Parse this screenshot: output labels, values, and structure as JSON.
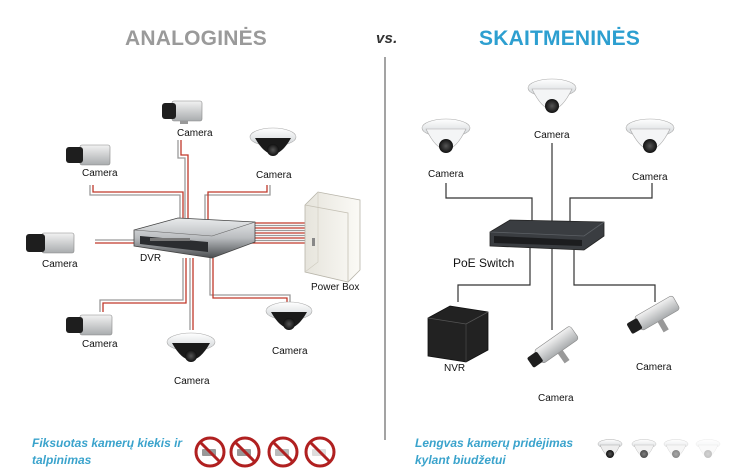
{
  "titles": {
    "left": "ANALOGINĖS",
    "vs": "vs.",
    "right": "SKAITMENINĖS"
  },
  "analog": {
    "camera_label": "Camera",
    "dvr_label": "DVR",
    "powerbox_label": "Power Box",
    "note_line1": "Fiksuotas kamerų kiekis ir",
    "note_line2": "talpinimas"
  },
  "digital": {
    "camera_label": "Camera",
    "switch_label": "PoE Switch",
    "nvr_label": "NVR",
    "note_line1": "Lengvas kamerų pridėjimas",
    "note_line2": "kylant biudžetui"
  },
  "colors": {
    "analog_title": "#9a9a9a",
    "digital_title": "#2d9fd0",
    "note": "#3aa3cc",
    "cable_red": "#c0392b",
    "prohibit": "#b02020"
  }
}
